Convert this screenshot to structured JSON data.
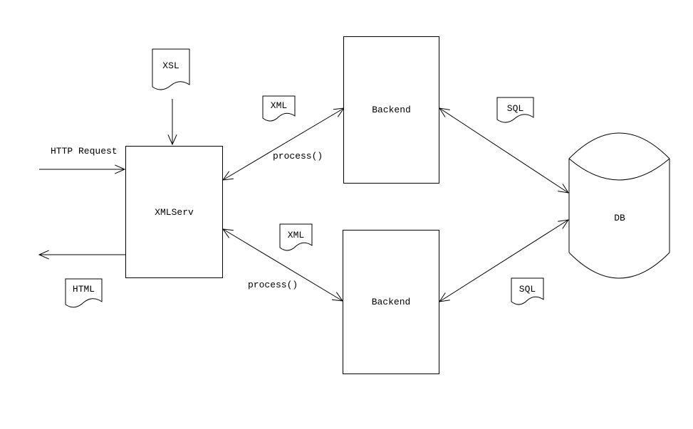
{
  "nodes": {
    "xmlserv": {
      "label": "XMLServ"
    },
    "backend_top": {
      "label": "Backend"
    },
    "backend_bottom": {
      "label": "Backend"
    },
    "db": {
      "label": "DB"
    }
  },
  "documents": {
    "xsl": {
      "label": "XSL"
    },
    "xml_top": {
      "label": "XML"
    },
    "xml_bottom": {
      "label": "XML"
    },
    "sql_top": {
      "label": "SQL"
    },
    "sql_bottom": {
      "label": "SQL"
    },
    "html_doc": {
      "label": "HTML"
    }
  },
  "annotations": {
    "http_request": {
      "label": "HTTP Request"
    },
    "process_top": {
      "label": "process()"
    },
    "process_bottom": {
      "label": "process()"
    }
  },
  "colors": {
    "stroke": "#000000",
    "background": "#ffffff"
  }
}
